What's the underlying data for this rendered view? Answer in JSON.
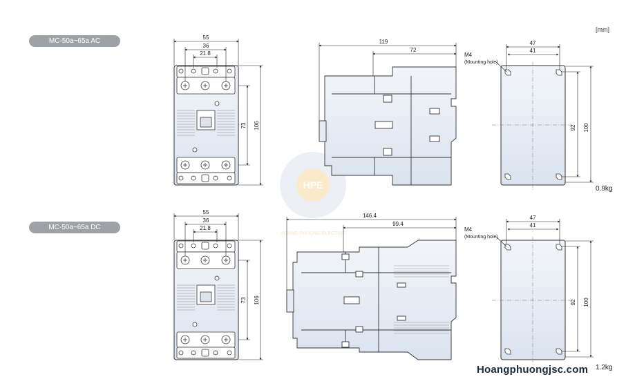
{
  "unit_label": "[mm]",
  "site_label": "Hoangphuongjsc.com",
  "watermark": {
    "logo": "HPE",
    "caption": "HOANG PHUONG ELECTRIC"
  },
  "colors": {
    "body_fill": "#e6ecf5",
    "outline": "#333333",
    "badge": "#9ea2a6"
  },
  "models": [
    {
      "label": "MC-50a~65a AC",
      "weight": "0.9kg",
      "front": {
        "width": "55",
        "inner": "36",
        "pitch": "21.8",
        "h_inner": "73",
        "h_total": "106"
      },
      "side": {
        "depth": "119",
        "depth_inner": "72"
      },
      "mount": {
        "hole_label": "M4",
        "hole_note": "(Mounting hole)",
        "w_outer": "47",
        "w_inner": "41",
        "h_inner": "92",
        "h_outer": "100"
      }
    },
    {
      "label": "MC-50a~65a DC",
      "weight": "1.2kg",
      "front": {
        "width": "55",
        "inner": "36",
        "pitch": "21.8",
        "h_inner": "73",
        "h_total": "106"
      },
      "side": {
        "depth": "146.4",
        "depth_inner": "99.4"
      },
      "mount": {
        "hole_label": "M4",
        "hole_note": "(Mounting hole)",
        "w_outer": "47",
        "w_inner": "41",
        "h_inner": "92",
        "h_outer": "100"
      }
    }
  ]
}
